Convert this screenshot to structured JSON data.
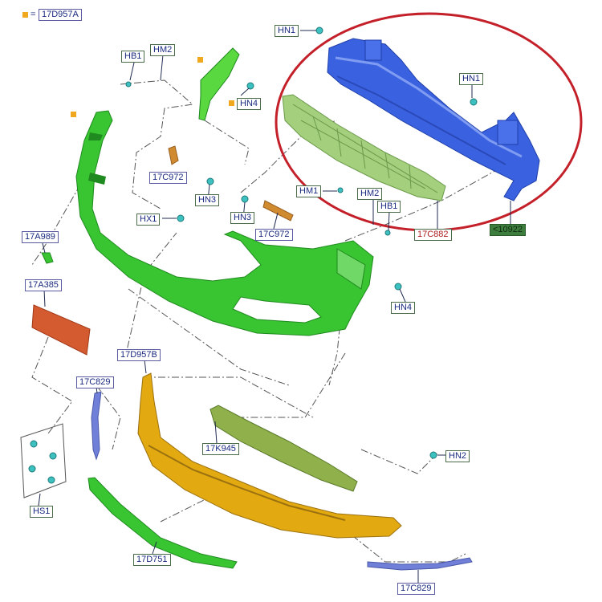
{
  "labels": {
    "l17D957A": "17D957A",
    "hn1_top": "HN1",
    "hb1_left": "HB1",
    "hm2_left": "HM2",
    "hn4_top": "HN4",
    "hn1_right": "HN1",
    "c972_a": "17C972",
    "hn3_a": "HN3",
    "hx1": "HX1",
    "hn3_b": "HN3",
    "c972_b": "17C972",
    "hm1": "HM1",
    "hm2_right": "HM2",
    "hb1_right": "HB1",
    "c882": "17C882",
    "c10922": "<10922",
    "a989": "17A989",
    "a385": "17A385",
    "hn4_right": "HN4",
    "d957b": "17D957B",
    "c829_left": "17C829",
    "k945": "17K945",
    "hn2": "HN2",
    "hs1": "HS1",
    "d751": "17D751",
    "c829_bottom": "17C829"
  },
  "legend_equals": "=",
  "colors": {
    "highlight_ring": "#c4202a",
    "cover_green": "#39c431",
    "reinforcement_blue": "#3a62e0",
    "absorber_green": "#a4cf7c",
    "lower_orange": "#e2aa10",
    "clip_teal": "#3cc0c0",
    "marker_orange": "#f0a81e"
  }
}
